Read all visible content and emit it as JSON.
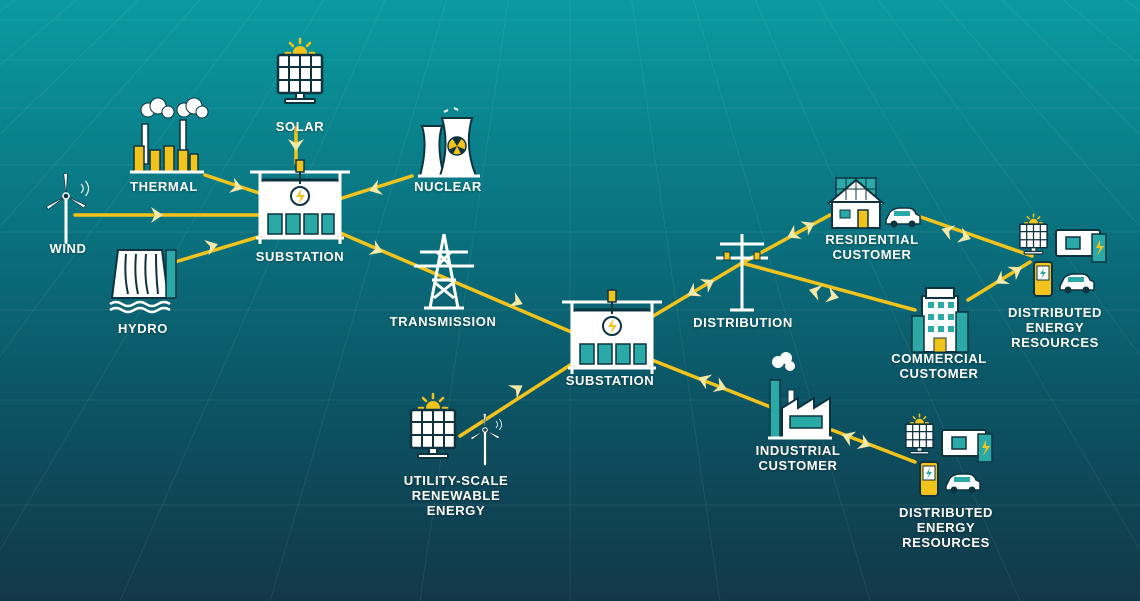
{
  "labels": {
    "solar": "SOLAR",
    "thermal": "THERMAL",
    "nuclear": "NUCLEAR",
    "wind": "WIND",
    "hydro": "HYDRO",
    "substation_gen": "SUBSTATION",
    "transmission": "TRANSMISSION",
    "substation_dist": "SUBSTATION",
    "distribution": "DISTRIBUTION",
    "residential": [
      "RESIDENTIAL",
      "CUSTOMER"
    ],
    "commercial": [
      "COMMERCIAL",
      "CUSTOMER"
    ],
    "industrial": [
      "INDUSTRIAL",
      "CUSTOMER"
    ],
    "der_top": [
      "DISTRIBUTED",
      "ENERGY",
      "RESOURCES"
    ],
    "der_bottom": [
      "DISTRIBUTED",
      "ENERGY",
      "RESOURCES"
    ],
    "utility": [
      "UTILITY-SCALE",
      "RENEWABLE",
      "ENERGY"
    ]
  },
  "icons": [
    "solar-panel-icon",
    "thermal-plant-icon",
    "nuclear-plant-icon",
    "wind-turbine-icon",
    "hydro-dam-icon",
    "substation-icon",
    "transmission-tower-icon",
    "distribution-pole-icon",
    "house-icon",
    "office-building-icon",
    "factory-icon",
    "battery-icon",
    "electric-car-icon",
    "charger-icon"
  ],
  "colors": {
    "bg_top": "#0a9ba0",
    "bg_bottom": "#123848",
    "line": "#f2c31a",
    "arrow": "#f6e9a8",
    "icon_fill": "#ffffff",
    "icon_stroke": "#0d3340",
    "accent_teal": "#2aa9a6",
    "accent_yellow": "#f2c31a"
  }
}
